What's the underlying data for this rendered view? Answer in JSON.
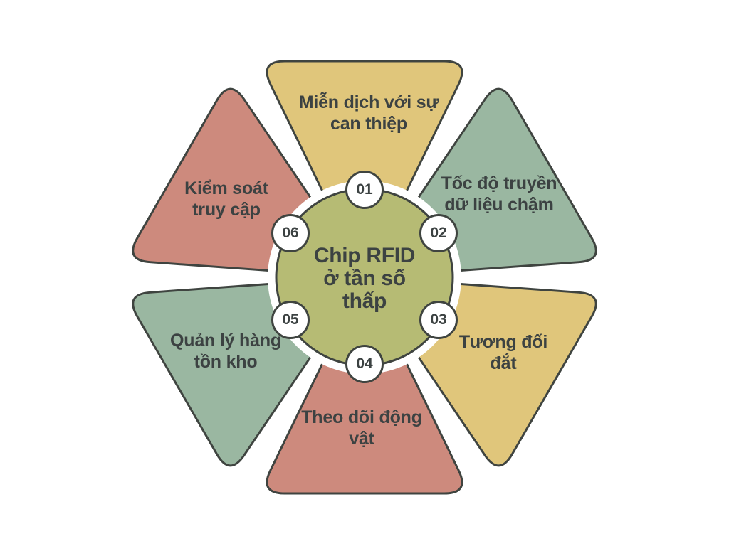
{
  "diagram": {
    "center": {
      "label": "Chip RFID ở tần số thấp",
      "title_lines": [
        "Chip RFID",
        "ở tần số",
        "thấp"
      ],
      "color": "#b6bb74"
    },
    "sections": [
      {
        "number": "01",
        "label": "Miễn dịch với sự can thiệp",
        "lines": [
          "Miễn dịch với sự",
          "can thiệp"
        ],
        "color": "#e0c67b"
      },
      {
        "number": "02",
        "label": "Tốc độ truyền dữ liệu chậm",
        "lines": [
          "Tốc độ truyền",
          "dữ liệu chậm"
        ],
        "color": "#9ab7a1"
      },
      {
        "number": "03",
        "label": "Tương đối đắt",
        "lines": [
          "Tương đối",
          "đắt"
        ],
        "color": "#e0c67b"
      },
      {
        "number": "04",
        "label": "Theo dõi động vật",
        "lines": [
          "Theo dõi động",
          "vật"
        ],
        "color": "#cd8a7d"
      },
      {
        "number": "05",
        "label": "Quản lý hàng tồn kho",
        "lines": [
          "Quản lý hàng",
          "tồn kho"
        ],
        "color": "#9ab7a1"
      },
      {
        "number": "06",
        "label": "Kiểm soát truy cập",
        "lines": [
          "Kiểm soát",
          "truy cập"
        ],
        "color": "#cd8a7d"
      }
    ],
    "outline_color": "#3f4440",
    "text_color": "#3c4242",
    "background_color": "#ffffff"
  }
}
